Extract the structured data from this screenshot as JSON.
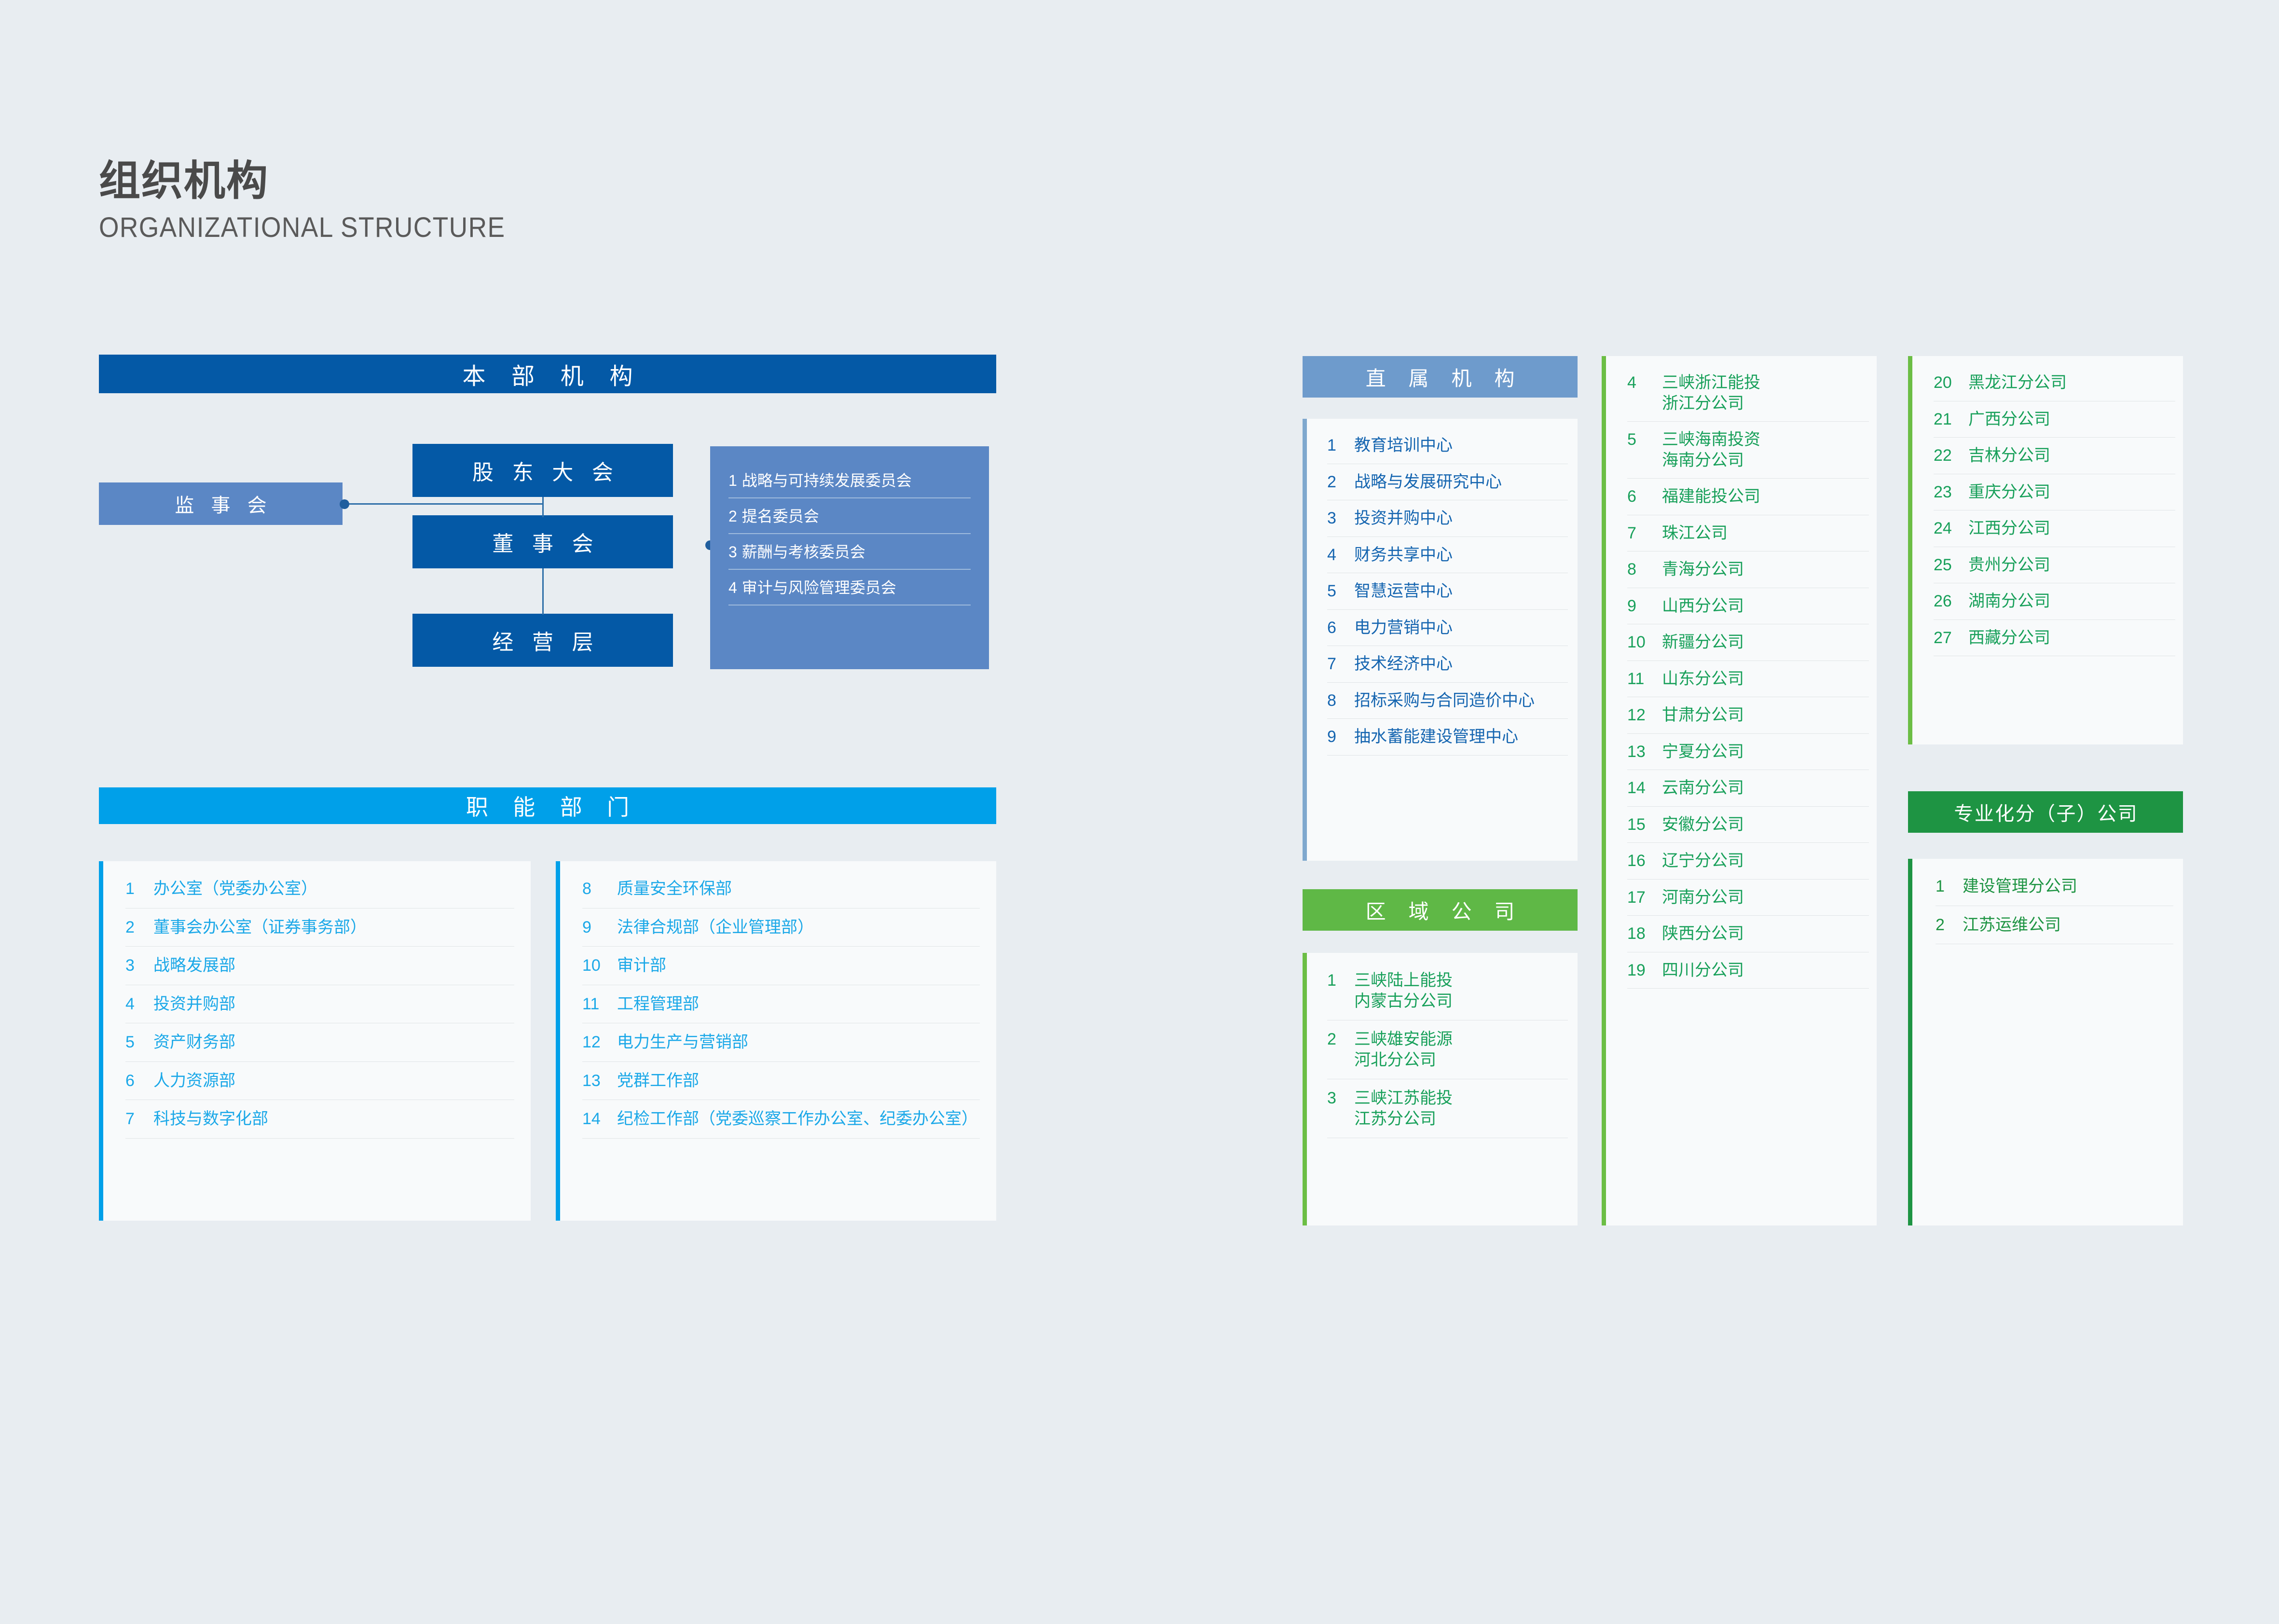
{
  "heading": {
    "title_cn": "组织机构",
    "title_en": "ORGANIZATIONAL STRUCTURE"
  },
  "colors": {
    "page_bg": "#E8EDF1",
    "deep_blue": "#0459A6",
    "cyan": "#00A0E9",
    "mid_blue": "#5B87C5",
    "header_blue": "#6E9BCC",
    "green": "#5FB846",
    "dark_green": "#1E9443",
    "card_bg": "#F8FAFB"
  },
  "headquarters": {
    "bar_label": "本 部 机 构",
    "shareholders_label": "股 东 大 会",
    "board_label": "董 事 会",
    "management_label": "经 营 层",
    "supervisors_label": "监 事 会",
    "committees": [
      {
        "index": "1",
        "label": "战略与可持续发展委员会"
      },
      {
        "index": "2",
        "label": "提名委员会"
      },
      {
        "index": "3",
        "label": "薪酬与考核委员会"
      },
      {
        "index": "4",
        "label": "审计与风险管理委员会"
      }
    ]
  },
  "functional_departments": {
    "bar_label": "职 能 部 门",
    "left": [
      {
        "index": "1",
        "label": "办公室（党委办公室）"
      },
      {
        "index": "2",
        "label": "董事会办公室（证券事务部）"
      },
      {
        "index": "3",
        "label": "战略发展部"
      },
      {
        "index": "4",
        "label": "投资并购部"
      },
      {
        "index": "5",
        "label": "资产财务部"
      },
      {
        "index": "6",
        "label": "人力资源部"
      },
      {
        "index": "7",
        "label": "科技与数字化部"
      }
    ],
    "right": [
      {
        "index": "8",
        "label": "质量安全环保部"
      },
      {
        "index": "9",
        "label": "法律合规部（企业管理部）"
      },
      {
        "index": "10",
        "label": "审计部"
      },
      {
        "index": "11",
        "label": "工程管理部"
      },
      {
        "index": "12",
        "label": "电力生产与营销部"
      },
      {
        "index": "13",
        "label": "党群工作部"
      },
      {
        "index": "14",
        "label": "纪检工作部（党委巡察工作办公室、纪委办公室）"
      }
    ]
  },
  "direct_institutions": {
    "bar_label": "直 属 机 构",
    "items": [
      {
        "index": "1",
        "label": "教育培训中心"
      },
      {
        "index": "2",
        "label": "战略与发展研究中心"
      },
      {
        "index": "3",
        "label": "投资并购中心"
      },
      {
        "index": "4",
        "label": "财务共享中心"
      },
      {
        "index": "5",
        "label": "智慧运营中心"
      },
      {
        "index": "6",
        "label": "电力营销中心"
      },
      {
        "index": "7",
        "label": "技术经济中心"
      },
      {
        "index": "8",
        "label": "招标采购与合同造价中心"
      },
      {
        "index": "9",
        "label": "抽水蓄能建设管理中心"
      }
    ]
  },
  "regional_companies": {
    "bar_label": "区 域 公 司",
    "items": [
      {
        "index": "1",
        "label": "三峡陆上能投",
        "label2": "内蒙古分公司"
      },
      {
        "index": "2",
        "label": "三峡雄安能源",
        "label2": "河北分公司"
      },
      {
        "index": "3",
        "label": "三峡江苏能投",
        "label2": "江苏分公司"
      }
    ],
    "column_a": [
      {
        "index": "4",
        "label": "三峡浙江能投",
        "label2": "浙江分公司"
      },
      {
        "index": "5",
        "label": "三峡海南投资",
        "label2": "海南分公司"
      },
      {
        "index": "6",
        "label": "福建能投公司"
      },
      {
        "index": "7",
        "label": "珠江公司"
      },
      {
        "index": "8",
        "label": "青海分公司"
      },
      {
        "index": "9",
        "label": "山西分公司"
      },
      {
        "index": "10",
        "label": "新疆分公司"
      },
      {
        "index": "11",
        "label": "山东分公司"
      },
      {
        "index": "12",
        "label": "甘肃分公司"
      },
      {
        "index": "13",
        "label": "宁夏分公司"
      },
      {
        "index": "14",
        "label": "云南分公司"
      },
      {
        "index": "15",
        "label": "安徽分公司"
      },
      {
        "index": "16",
        "label": "辽宁分公司"
      },
      {
        "index": "17",
        "label": "河南分公司"
      },
      {
        "index": "18",
        "label": "陕西分公司"
      },
      {
        "index": "19",
        "label": "四川分公司"
      }
    ],
    "column_b": [
      {
        "index": "20",
        "label": "黑龙江分公司"
      },
      {
        "index": "21",
        "label": "广西分公司"
      },
      {
        "index": "22",
        "label": "吉林分公司"
      },
      {
        "index": "23",
        "label": "重庆分公司"
      },
      {
        "index": "24",
        "label": "江西分公司"
      },
      {
        "index": "25",
        "label": "贵州分公司"
      },
      {
        "index": "26",
        "label": "湖南分公司"
      },
      {
        "index": "27",
        "label": "西藏分公司"
      }
    ]
  },
  "specialized_companies": {
    "bar_label": "专业化分（子）公司",
    "items": [
      {
        "index": "1",
        "label": "建设管理分公司"
      },
      {
        "index": "2",
        "label": "江苏运维公司"
      }
    ]
  }
}
